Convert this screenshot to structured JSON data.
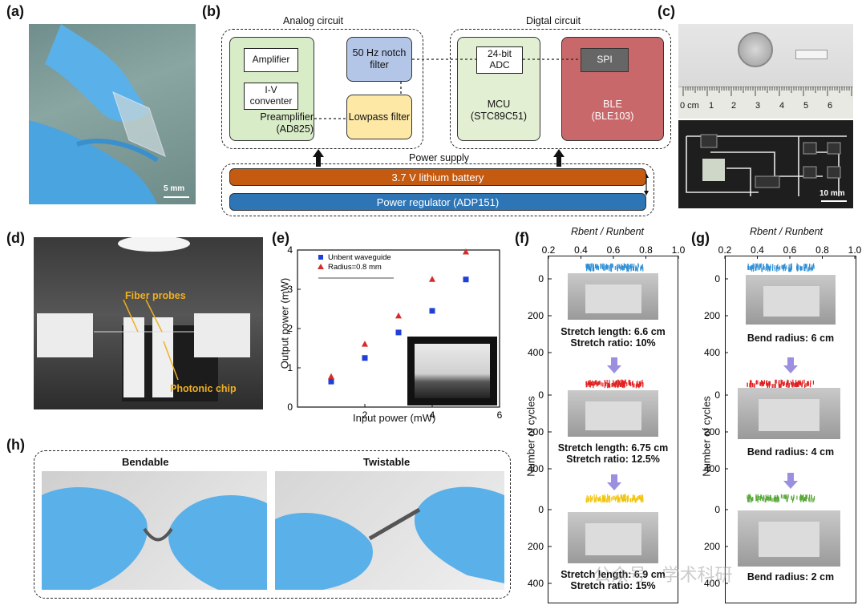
{
  "labels": {
    "a": "(a)",
    "b": "(b)",
    "c": "(c)",
    "d": "(d)",
    "e": "(e)",
    "f": "(f)",
    "g": "(g)",
    "h": "(h)"
  },
  "panel_a": {
    "scale": "5 mm"
  },
  "panel_b": {
    "analog_title": "Analog circuit",
    "digital_title": "Digtal circuit",
    "amplifier": "Amplifier",
    "iv": "I-V conventer",
    "preamp": "Preamplifier",
    "preamp_part": "(AD825)",
    "notch": "50 Hz notch filter",
    "lowpass": "Lowpass filter",
    "adc": "24-bit ADC",
    "mcu": "MCU",
    "mcu_part": "(STC89C51)",
    "spi": "SPI",
    "ble": "BLE",
    "ble_part": "(BLE103)",
    "power_supply": "Power supply",
    "battery": "3.7 V lithium battery",
    "regulator": "Power regulator (ADP151)",
    "colors": {
      "amp": "#d9ecc8",
      "notch": "#b4c6e7",
      "lowpass": "#fde8a6",
      "mcu": "#e2efd3",
      "ble": "#c9686a",
      "battery": "#c55a11",
      "regulator": "#2e75b6"
    }
  },
  "panel_c": {
    "ruler_ticks": [
      "0 cm",
      "1",
      "2",
      "3",
      "4",
      "5",
      "6"
    ],
    "scale": "10 mm"
  },
  "panel_d": {
    "fiber": "Fiber probes",
    "chip": "Photonic chip"
  },
  "panel_e": {
    "chart_data": {
      "type": "scatter",
      "xlabel": "Input power (mW)",
      "ylabel": "Output power (mW)",
      "xlim": [
        0,
        6
      ],
      "ylim": [
        0,
        4
      ],
      "xticks": [
        "2",
        "4",
        "6"
      ],
      "yticks": [
        "0",
        "1",
        "2",
        "3",
        "4"
      ],
      "series": [
        {
          "name": "Unbent waveguide",
          "marker": "square",
          "color": "#1f3fd8",
          "x": [
            1,
            2,
            3,
            4,
            5
          ],
          "y": [
            0.65,
            1.25,
            1.9,
            2.45,
            3.25
          ]
        },
        {
          "name": "Radius=0.8 mm",
          "marker": "triangle",
          "color": "#d62b2b",
          "x": [
            1,
            2,
            3,
            4,
            5
          ],
          "y": [
            0.77,
            1.6,
            2.32,
            3.25,
            3.95
          ]
        }
      ]
    }
  },
  "panel_f": {
    "top_axis": "Rbent / Runbent",
    "top_ticks": [
      "0.2",
      "0.4",
      "0.6",
      "0.8",
      "1.0"
    ],
    "ylabel": "Number of cycles",
    "yticks": [
      "0",
      "200",
      "400"
    ],
    "c1a": "Stretch length: 6.6 cm",
    "c1b": "Stretch ratio: 10%",
    "c2a": "Stretch length: 6.75 cm",
    "c2b": "Stretch ratio: 12.5%",
    "c3a": "Stretch length: 6.9 cm",
    "c3b": "Stretch ratio: 15%"
  },
  "panel_g": {
    "top_axis": "Rbent / Runbent",
    "top_ticks": [
      "0.2",
      "0.4",
      "0.6",
      "0.8",
      "1.0"
    ],
    "ylabel": "Number of cycles",
    "yticks": [
      "0",
      "200",
      "400"
    ],
    "c1": "Bend radius: 6 cm",
    "c2": "Bend radius: 4 cm",
    "c3": "Bend radius: 2 cm"
  },
  "panel_h": {
    "bend": "Bendable",
    "twist": "Twistable"
  },
  "watermark": "公众号 · 学术科研"
}
